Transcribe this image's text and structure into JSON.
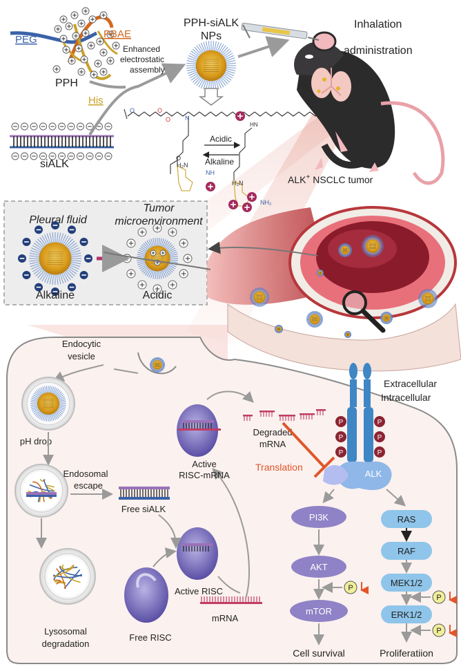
{
  "top": {
    "peg": "PEG",
    "pbae": "PBAE",
    "pph": "PPH",
    "his": "His",
    "enhanced": [
      "Enhanced",
      "electrostatic",
      "assembly"
    ],
    "nps_title": [
      "PPH-siALK",
      "NPs"
    ],
    "inhalation": [
      "Inhalation",
      "administration"
    ],
    "sialk": "siALK",
    "acidic": "Acidic",
    "alkaline": "Alkaline",
    "tumor_main": "ALK",
    "tumor_sup": "+",
    "tumor_rest": " NSCLC tumor"
  },
  "panel": {
    "pleural": "Pleural fluid",
    "tumor_env": [
      "Tumor",
      "microenvironment"
    ],
    "alkaline": "Alkaline",
    "acidic": "Acidic"
  },
  "cell": {
    "endocytic": [
      "Endocytic",
      "vesicle"
    ],
    "ph_drop": "pH drop",
    "endosomal": [
      "Endosomal",
      "escape"
    ],
    "free_sialk": "Free siALK",
    "lysosomal": [
      "Lysosomal",
      "degradation"
    ],
    "free_risc": "Free RISC",
    "active_risc": "Active RISC",
    "mrna": "mRNA",
    "active_risc_mrna": [
      "Active",
      "RISC-mRNA"
    ],
    "degraded": [
      "Degraded",
      "mRNA"
    ],
    "translation": "Translation",
    "extracellular": "Extracellular",
    "intracellular": "Intracellular",
    "alk": "ALK",
    "p": "P",
    "pi3k": "PI3K",
    "akt": "AKT",
    "mtor": "mTOR",
    "ras": "RAS",
    "raf": "RAF",
    "mek": "MEK1/2",
    "erk": "ERK1/2",
    "cell_survival": "Cell survival",
    "proliferation": "Proliferatiion"
  },
  "colors": {
    "peg": "#3a62a8",
    "pbae": "#d2691e",
    "his": "#c9a227",
    "plus": "#a32a5c",
    "minus": "#233f7a",
    "translation": "#e0562a",
    "cell_fill": "#fbf1ee",
    "panel_fill": "#ededee",
    "pathway_purple": "#8f82c6",
    "pathway_blue": "#8fc5ea",
    "risc": "#7065b3",
    "alk_blue": "#3f86c5"
  }
}
